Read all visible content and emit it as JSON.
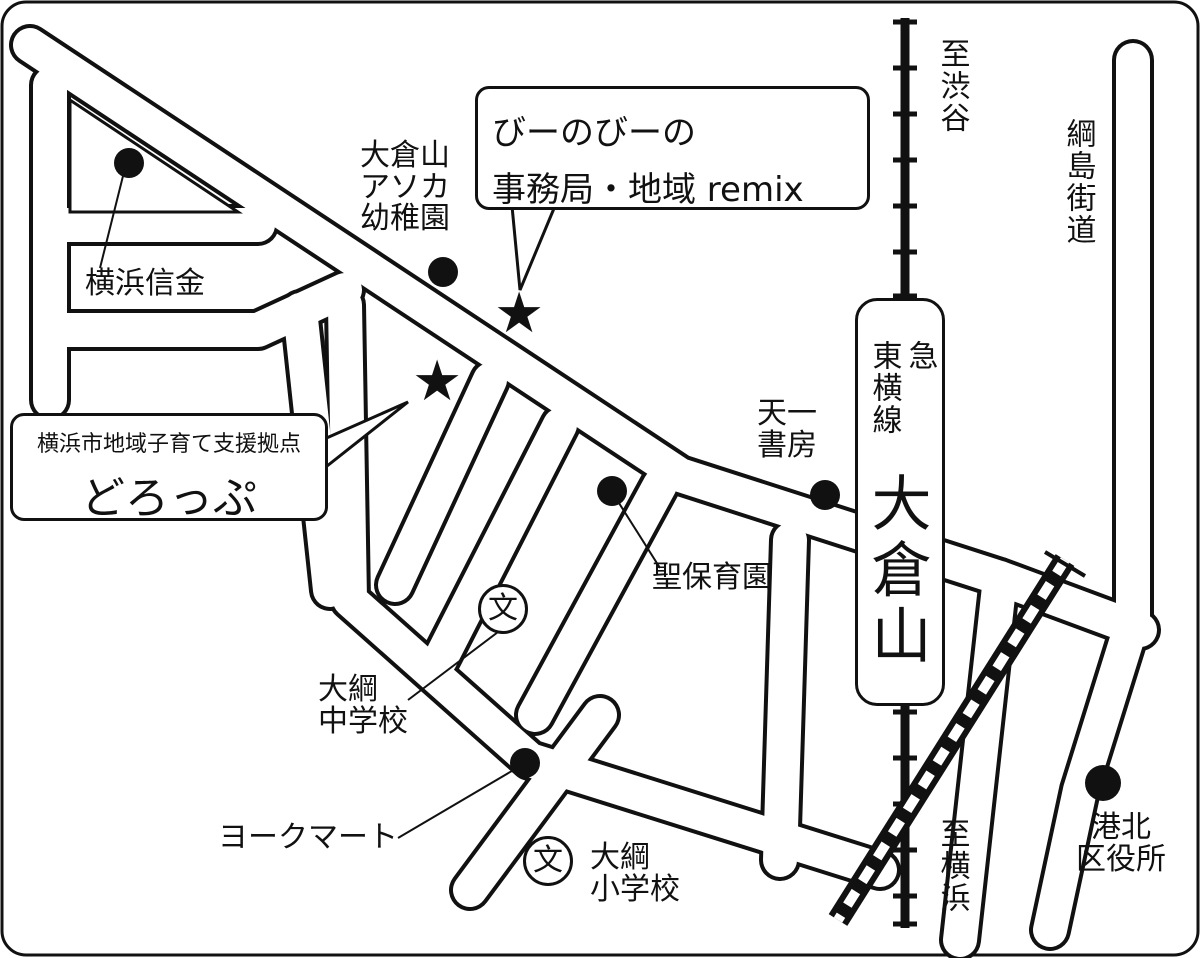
{
  "colors": {
    "ink": "#111111",
    "paper": "#ffffff"
  },
  "callouts": {
    "office": {
      "line1": "びーのびーの",
      "line2": "事務局・地域 remix"
    },
    "drop": {
      "line1": "横浜市地域子育て支援拠点",
      "line2": "どろっぷ"
    }
  },
  "station": {
    "lines": "東急東横線",
    "line_left": "東横線",
    "line_right": "急",
    "name": "大倉山",
    "col_left": "東横線",
    "col_right": "急"
  },
  "directions": {
    "north": "至渋谷",
    "south": "至横浜"
  },
  "road": {
    "tsunashima": "綱島街道"
  },
  "places": {
    "yokohama_shinkin": "横浜信金",
    "asoka": {
      "line1": "大倉山",
      "line2": "アソカ",
      "line3": "幼稚園"
    },
    "tenichi": {
      "line1": "天一",
      "line2": "書房"
    },
    "seiho": "聖保育園",
    "otsuna_jhs": {
      "line1": "大綱",
      "line2": "中学校"
    },
    "york_mart": "ヨークマート",
    "otsuna_es": {
      "line1": "大綱",
      "line2": "小学校"
    },
    "kohoku_ward": {
      "line1": "港北",
      "line2": "区役所"
    }
  },
  "icons": {
    "school": "文",
    "star": "★",
    "pin": "map-pin-icon"
  }
}
